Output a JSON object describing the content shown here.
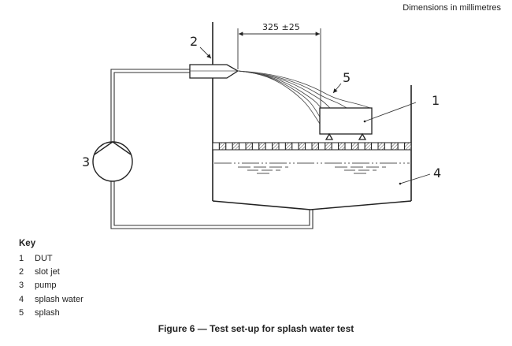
{
  "header": {
    "dimensions_note": "Dimensions in millimetres"
  },
  "figure": {
    "dimension_label": "325 ±25",
    "callouts": [
      "1",
      "2",
      "3",
      "4",
      "5"
    ]
  },
  "key": {
    "title": "Key",
    "items": [
      {
        "num": "1",
        "label": "DUT"
      },
      {
        "num": "2",
        "label": "slot jet"
      },
      {
        "num": "3",
        "label": "pump"
      },
      {
        "num": "4",
        "label": "splash water"
      },
      {
        "num": "5",
        "label": "splash"
      }
    ]
  },
  "caption": "Figure 6 — Test set-up for splash water test"
}
